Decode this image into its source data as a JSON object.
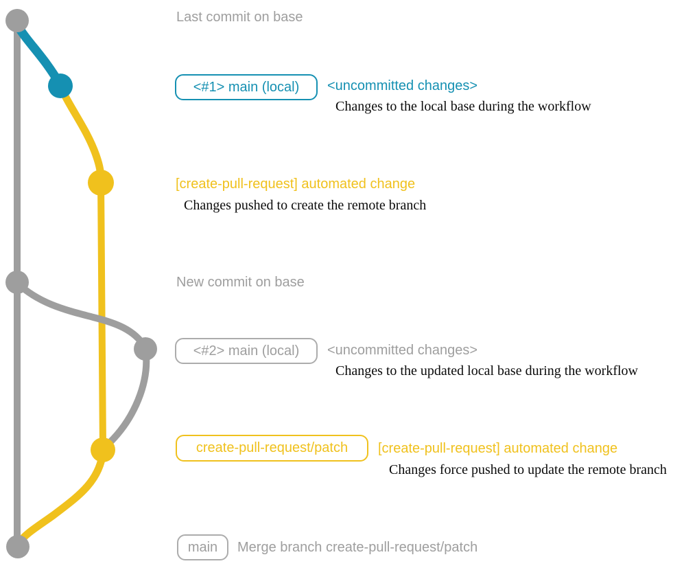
{
  "colors": {
    "gray": "#9E9E9E",
    "gray_border": "#ACACAC",
    "blue": "#1590B2",
    "yellow": "#F0C11D",
    "desc_text": "#0A0A0A",
    "background": "#FFFFFF"
  },
  "graph": {
    "type": "git-branch-diagram",
    "branches": [
      {
        "name": "base",
        "color": "#9E9E9E"
      },
      {
        "name": "main (local)",
        "color": "#1590B2"
      },
      {
        "name": "create-pull-request/patch",
        "color": "#F0C11D"
      }
    ],
    "commits": [
      {
        "id": "last-commit-on-base",
        "branch": "base"
      },
      {
        "id": "local-main-1",
        "branch": "main (local)"
      },
      {
        "id": "remote-patch-1",
        "branch": "create-pull-request/patch"
      },
      {
        "id": "new-commit-on-base",
        "branch": "base"
      },
      {
        "id": "local-main-2",
        "branch": "main (local)"
      },
      {
        "id": "remote-patch-2",
        "branch": "create-pull-request/patch"
      },
      {
        "id": "merge-commit",
        "branch": "base"
      }
    ]
  },
  "annotations": {
    "last_commit": {
      "text": "Last commit on base"
    },
    "local_main_1": {
      "badge": "<#1> main (local)",
      "title": "<uncommitted changes>",
      "desc": "Changes to the local base during the workflow"
    },
    "patch_1": {
      "title": "[create-pull-request] automated change",
      "desc": "Changes pushed to create the remote branch"
    },
    "new_commit": {
      "text": "New commit on base"
    },
    "local_main_2": {
      "badge": "<#2> main (local)",
      "title": "<uncommitted changes>",
      "desc": "Changes to the updated local base during the workflow"
    },
    "patch_2": {
      "badge": "create-pull-request/patch",
      "title": "[create-pull-request] automated change",
      "desc": "Changes force pushed to update the remote branch"
    },
    "merge": {
      "badge": "main",
      "title": "Merge branch create-pull-request/patch"
    }
  }
}
